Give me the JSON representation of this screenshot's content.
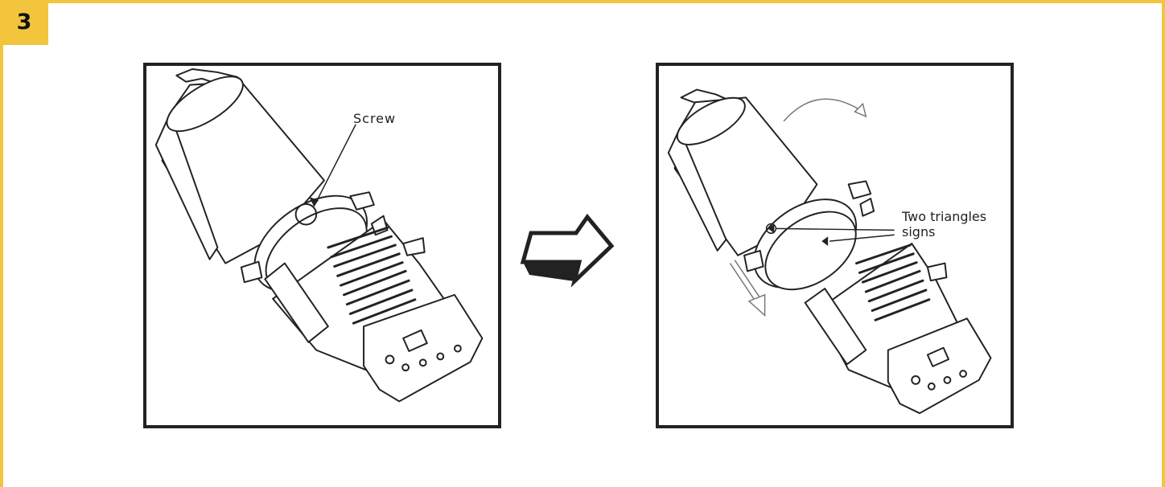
{
  "step": {
    "number": "3"
  },
  "panels": [
    {
      "label": "Screw",
      "fixture_icon": "fixture-illustration-icon"
    },
    {
      "label": "Two triangles signs",
      "fixture_icon": "fixture-rotated-illustration-icon"
    }
  ],
  "colors": {
    "accent": "#f2c53d",
    "line": "#222222"
  },
  "icons": {
    "transition": "right-arrow-icon",
    "rotate": "curved-arrow-icon",
    "pull": "down-left-arrow-icon"
  }
}
